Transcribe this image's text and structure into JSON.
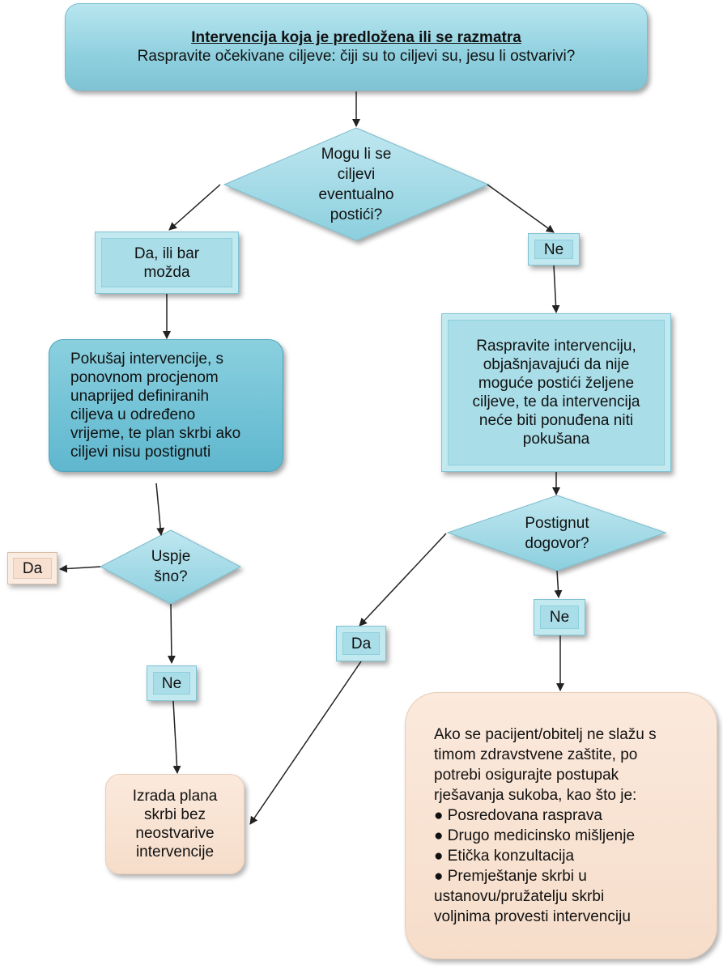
{
  "header": {
    "title": "Intervencija koja je predložena ili se razmatra",
    "subtitle": "Raspravite očekivane ciljeve: čiji su to ciljevi su, jesu li ostvarivi?"
  },
  "decision_goals": {
    "line1": "Mogu li se",
    "line2": "ciljevi",
    "line3": "eventualno",
    "line4": "postići?"
  },
  "branch_yes": {
    "line1": "Da, ili bar",
    "line2": "možda"
  },
  "branch_no": {
    "label": "Ne"
  },
  "attempt_box": {
    "line1": "Pokušaj intervencije, s",
    "line2": "ponovnom procjenom",
    "line3": "unaprijed definiranih",
    "line4": "ciljeva u određeno",
    "line5": "vrijeme, te plan skrbi ako",
    "line6": "ciljevi nisu postignuti"
  },
  "discuss_box": {
    "line1": "Raspravite intervenciju,",
    "line2": "objašnjavajući da nije",
    "line3": "moguće postići željene",
    "line4": "ciljeve, te da intervencija",
    "line5": "neće biti ponuđena niti",
    "line6": "pokušana"
  },
  "decision_success": {
    "line1": "Uspje",
    "line2": "šno?"
  },
  "success_yes": {
    "label": "Da"
  },
  "success_no": {
    "label": "Ne"
  },
  "decision_agreement": {
    "line1": "Postignut",
    "line2": "dogovor?"
  },
  "agreement_yes": {
    "label": "Da"
  },
  "agreement_no": {
    "label": "Ne"
  },
  "plan_box": {
    "line1": "Izrada plana",
    "line2": "skrbi bez",
    "line3": "neostvarive",
    "line4": "intervencije"
  },
  "conflict_box": {
    "intro1": "Ako se pacijent/obitelj ne slažu s",
    "intro2": "timom zdravstvene zaštite, po",
    "intro3": "potrebi osigurajte postupak",
    "intro4": "rješavanja sukoba, kao što je:",
    "bullet1": "● Posredovana rasprava",
    "bullet2": "● Drugo medicinsko mišljenje",
    "bullet3": "● Etička konzultacija",
    "bullet4": "● Premještanje skrbi u",
    "bullet4b": "ustanovu/pružatelju skrbi",
    "bullet4c": "voljnima provesti intervenciju"
  }
}
